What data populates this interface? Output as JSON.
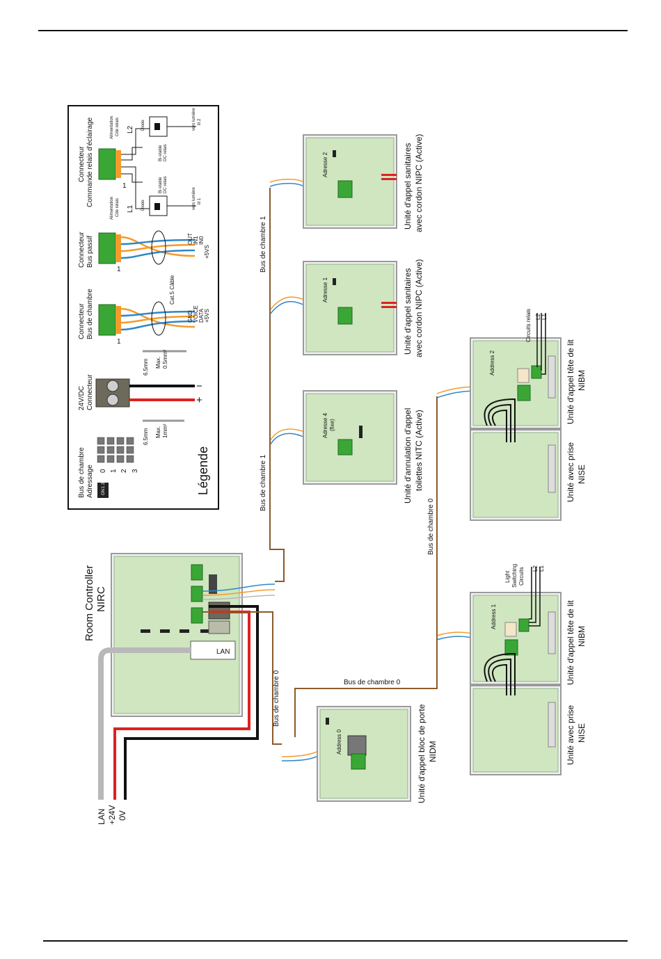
{
  "room_controller": {
    "title": "Room Controller",
    "model": "NIRC",
    "lan_label": "LAN",
    "input_labels": [
      "LAN",
      "+24V",
      "0V"
    ]
  },
  "legend": {
    "title": "Légende",
    "addressing": {
      "heading": [
        "Bus de chambre",
        "Adressage"
      ],
      "on_label": "ON",
      "switch_numbers": "1 2",
      "values": [
        "0",
        "1",
        "2",
        "3"
      ]
    },
    "power_connector": {
      "heading": [
        "24V/DC",
        "Connecteur"
      ],
      "minus": "−",
      "plus": "+",
      "strip_length": "6.5mm",
      "max": "Max.",
      "section": "1mm²"
    },
    "room_bus_connector": {
      "heading": [
        "Connecteur",
        "Bus de chambre"
      ],
      "pins": [
        "GND",
        "VOICE",
        "DATA",
        "+5VS"
      ],
      "strip_length": "6.5mm",
      "max": "Max.",
      "section": "0.5mm²",
      "pin_one": "1"
    },
    "cable_label": "Cat.5 Câble",
    "passive_bus_connector": {
      "heading": [
        "Connecteur",
        "Bus passif"
      ],
      "pins": [
        "OUT",
        "IN1",
        "IN0",
        "+5VS"
      ],
      "pin_one": "1"
    },
    "relay_connector": {
      "heading": [
        "Connecteur",
        "Commande relais d'éclairage"
      ],
      "pin_one": "1",
      "channels": [
        {
          "name": "L1",
          "supply": [
            "Alimentation",
            "Cde relais"
          ],
          "diode": "Diode",
          "relay": [
            "Bi-stable",
            "DC relais"
          ],
          "output": [
            "vers lumière",
            "lit 1"
          ]
        },
        {
          "name": "L2",
          "supply": [
            "Alimentation",
            "Cde relais"
          ],
          "diode": "Diode",
          "relay": [
            "Bi-stable",
            "DC relais"
          ],
          "output": [
            "vers lumière",
            "lit 2"
          ]
        }
      ]
    }
  },
  "bus_labels": {
    "bus0_vertical": "Bus de chambre 0",
    "bus0_horizontal": "Bus de chambre 0",
    "bus0_right": "Bus de chambre 0",
    "bus1_left": "Bus de chambre 1",
    "bus1_right": "Bus de chambre 1"
  },
  "units": {
    "door": {
      "address": "Address 0",
      "caption": [
        "Unité d'appel bloc de porte",
        "NIDM"
      ]
    },
    "toilet_cancel": {
      "address": "Adresse 4",
      "address_note": "(fixe)",
      "caption": [
        "Unité d'annulation d'appel",
        "toilettes NITC (Active)"
      ]
    },
    "sanitary_1": {
      "address": "Adresse 1",
      "caption": [
        "Unité d'appel sanitaires",
        "avec cordon NIPC (Active)"
      ]
    },
    "sanitary_2": {
      "address": "Adresse 2",
      "caption": [
        "Unité d'appel sanitaires",
        "avec cordon NIPC (Active)"
      ]
    },
    "socket_1": {
      "caption": [
        "Unité avec prise",
        "NISE"
      ]
    },
    "bedhead_1": {
      "address": "Address 1",
      "caption": [
        "Unité d'appel tête de lit",
        "NIBM"
      ],
      "circuits": [
        "Light",
        "Switching",
        "Circuits"
      ],
      "lines": [
        "L2",
        "L1"
      ]
    },
    "socket_2": {
      "caption": [
        "Unité avec prise",
        "NISE"
      ]
    },
    "bedhead_2": {
      "address": "Address 2",
      "caption": [
        "Unité d'appel tête de lit",
        "NIBM"
      ],
      "circuits": [
        "Circuits relais"
      ],
      "lines": [
        "L2",
        "L1"
      ]
    }
  },
  "colors": {
    "wire_blue": "#2f86c6",
    "wire_orange": "#f39a2b",
    "wire_red": "#e02020",
    "wire_black": "#111111",
    "wire_grey": "#b8b8b8",
    "wire_brown": "#8a5a2b",
    "board_green": "#cfe6c0",
    "terminal_green": "#3aa636"
  }
}
